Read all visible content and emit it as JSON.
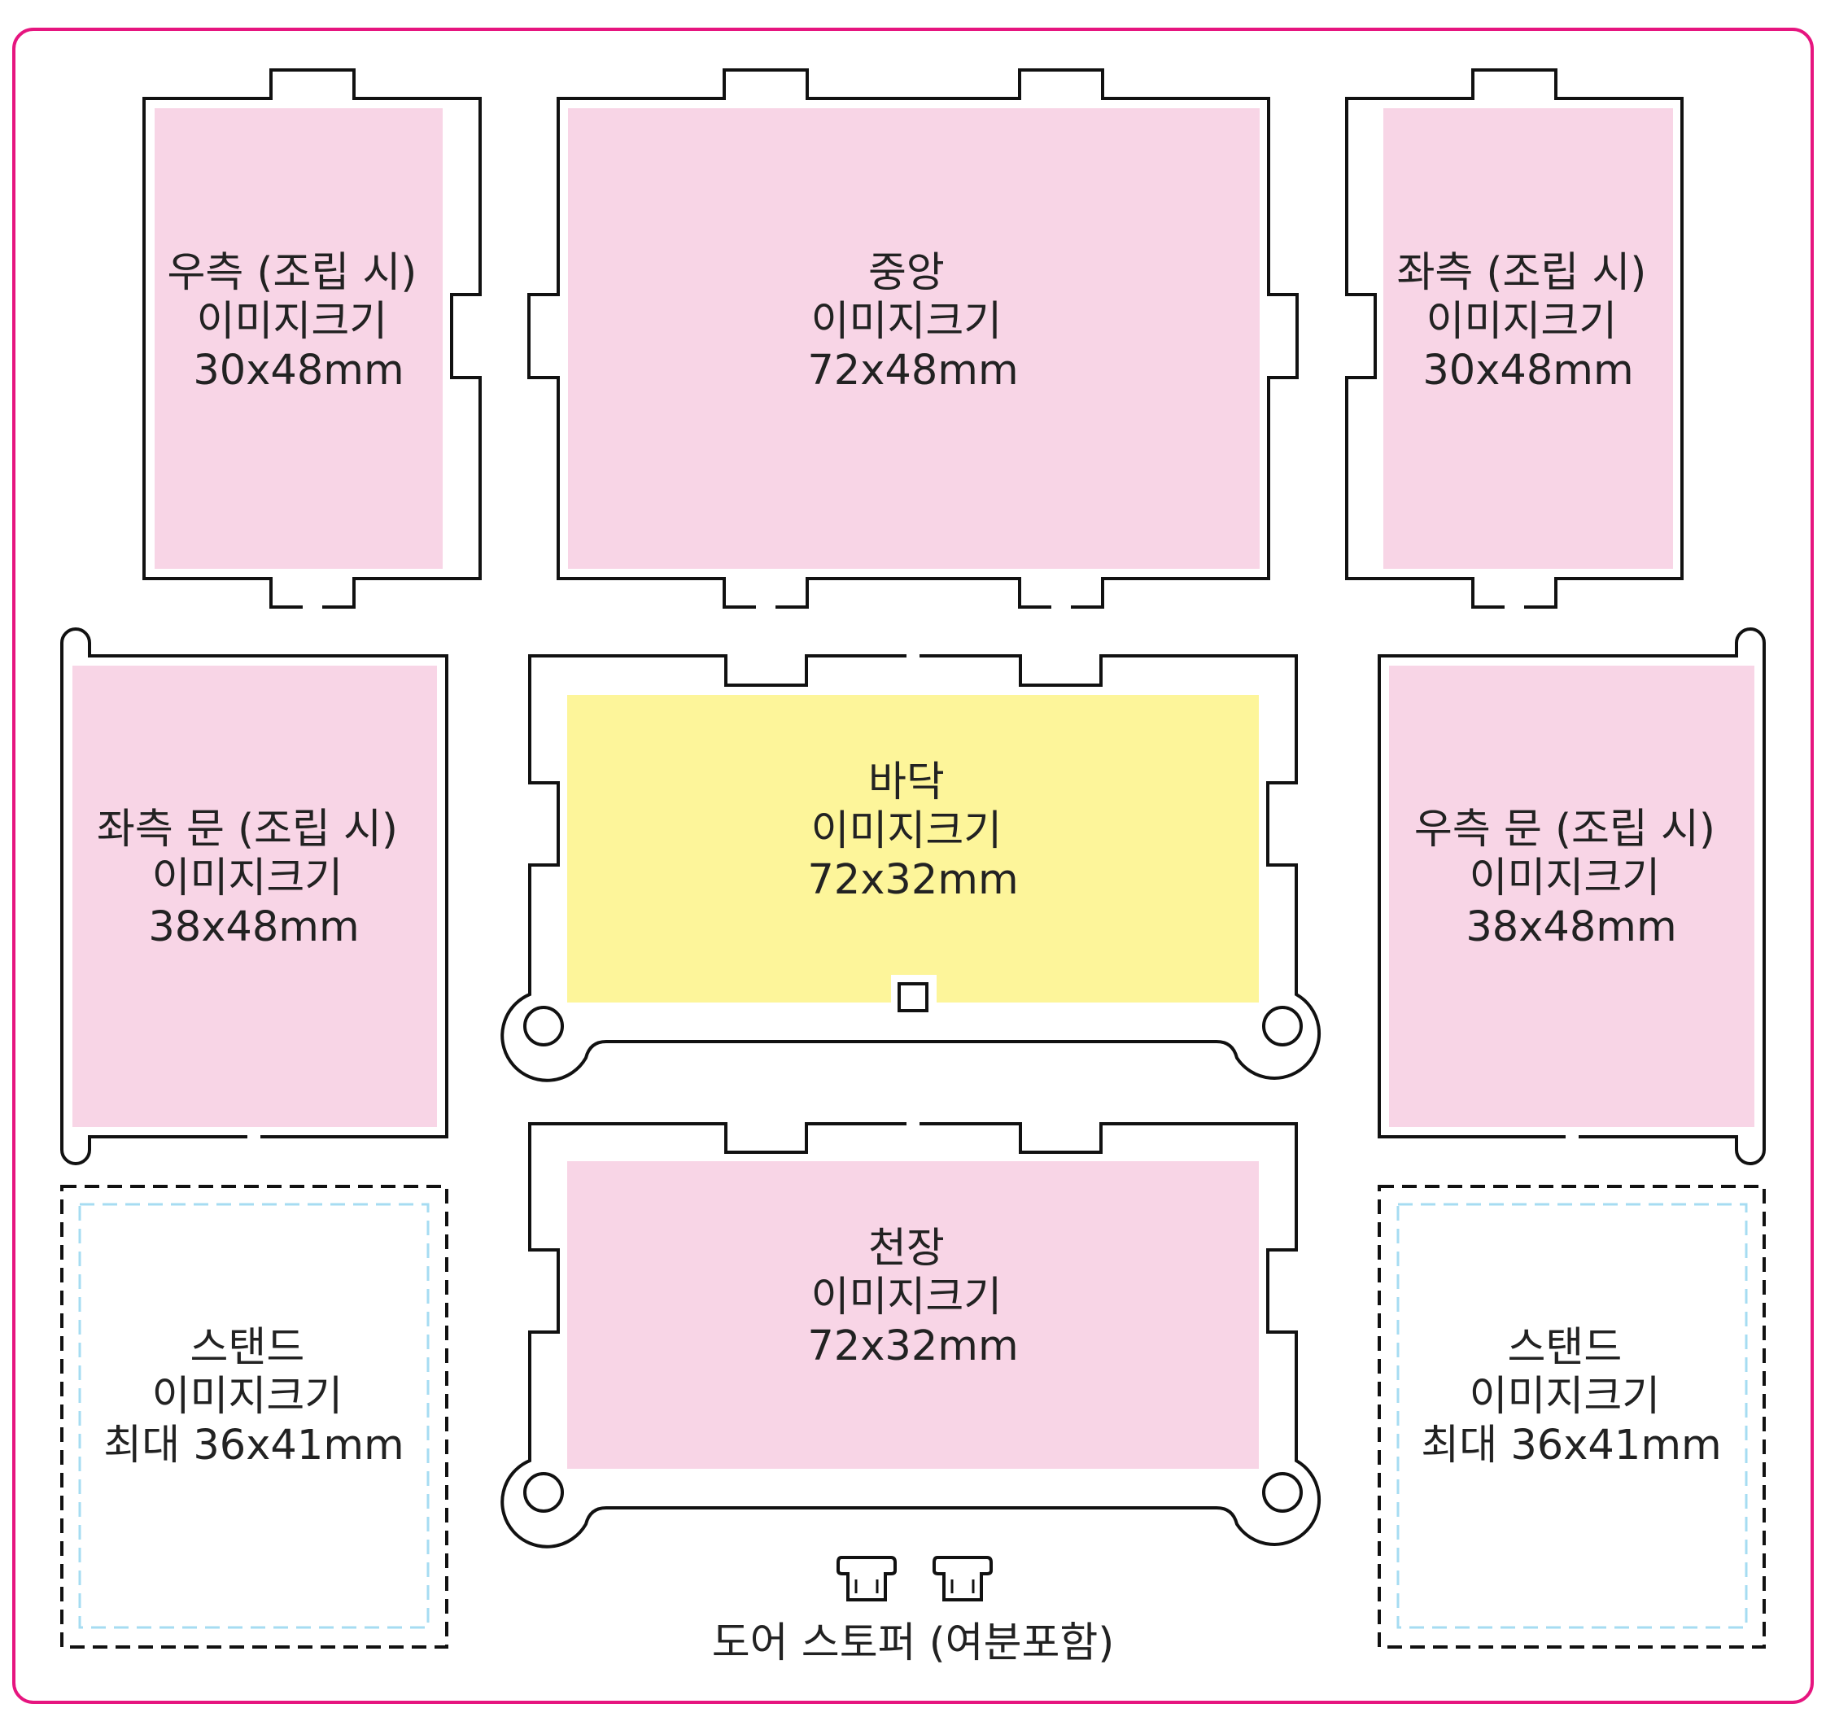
{
  "colors": {
    "frame": "#e6157f",
    "outline": "#111111",
    "pink_fill": "#f8d5e6",
    "yellow_fill": "#fdf59a",
    "stand_guide": "#a6dcf2",
    "text": "#222222"
  },
  "panels": {
    "right_side": {
      "lines": [
        "우측 (조립 시)",
        "이미지크기",
        "30x48mm"
      ]
    },
    "center": {
      "lines": [
        "중앙",
        "이미지크기",
        "72x48mm"
      ]
    },
    "left_side": {
      "lines": [
        "좌측 (조립 시)",
        "이미지크기",
        "30x48mm"
      ]
    },
    "left_door": {
      "lines": [
        "좌측 문 (조립 시)",
        "이미지크기",
        "38x48mm"
      ]
    },
    "floor": {
      "lines": [
        "바닥",
        "이미지크기",
        "72x32mm"
      ]
    },
    "right_door": {
      "lines": [
        "우측 문 (조립 시)",
        "이미지크기",
        "38x48mm"
      ]
    },
    "stand_left": {
      "lines": [
        "스탠드",
        "이미지크기",
        "최대 36x41mm"
      ]
    },
    "ceiling": {
      "lines": [
        "천장",
        "이미지크기",
        "72x32mm"
      ]
    },
    "stand_right": {
      "lines": [
        "스탠드",
        "이미지크기",
        "최대 36x41mm"
      ]
    }
  },
  "door_stopper": {
    "label": "도어 스토퍼 (여분포함)"
  }
}
